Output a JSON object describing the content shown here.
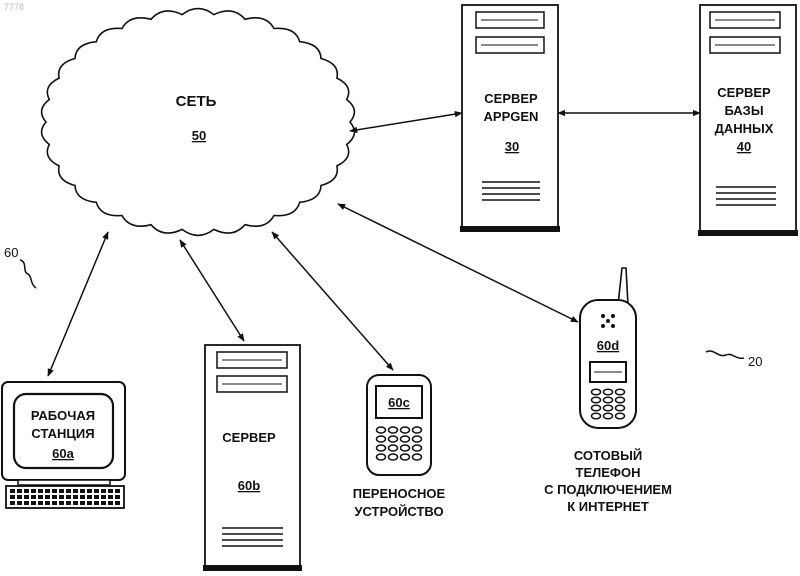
{
  "figure_number": "7778",
  "system_ref": "20",
  "clients_ref": "60",
  "network": {
    "label": "СЕТЬ",
    "ref": "50"
  },
  "appgen_server": {
    "lines": [
      "СЕРВЕР",
      "APPGEN"
    ],
    "ref": "30"
  },
  "db_server": {
    "lines": [
      "СЕРВЕР",
      "БАЗЫ",
      "ДАННЫХ"
    ],
    "ref": "40"
  },
  "workstation": {
    "lines": [
      "РАБОЧАЯ",
      "СТАНЦИЯ"
    ],
    "ref": "60a"
  },
  "server": {
    "label": "СЕРВЕР",
    "ref": "60b"
  },
  "portable_device": {
    "lines": [
      "ПЕРЕНОСНОЕ",
      "УСТРОЙСТВО"
    ],
    "ref": "60c"
  },
  "cell_phone": {
    "lines": [
      "СОТОВЫЙ",
      "ТЕЛЕФОН",
      "С ПОДКЛЮЧЕНИЕМ",
      "К ИНТЕРНЕТ"
    ],
    "ref": "60d"
  },
  "colors": {
    "ink": "#111111",
    "paper": "#ffffff",
    "figure_mark": "#bbbbbb"
  }
}
